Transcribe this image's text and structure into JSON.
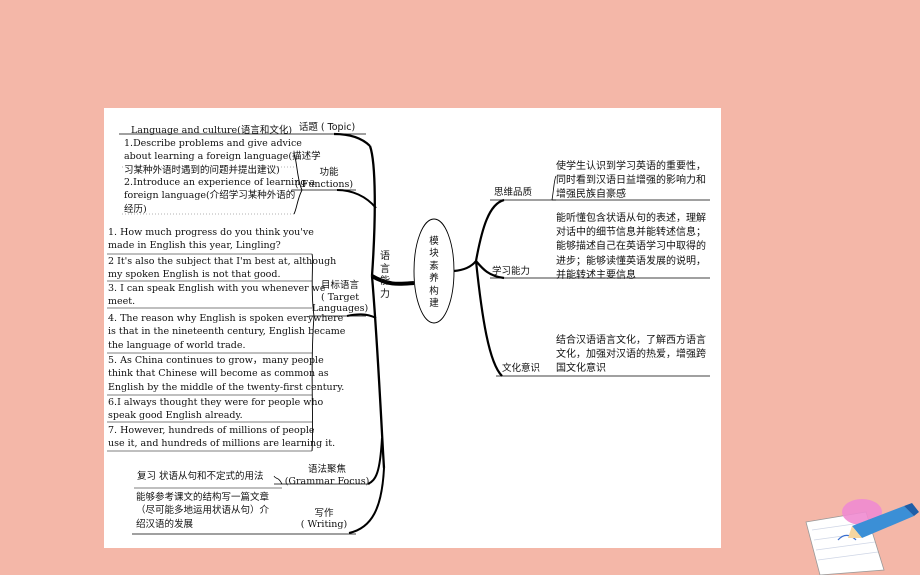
{
  "center": "模块素养构建",
  "language_ability": "语言能力",
  "left": {
    "topic": {
      "label": "话题 ( Topic)",
      "content": "Language and culture(语言和文化)"
    },
    "functions": {
      "label_zh": "功能",
      "label_en": "( Functions)",
      "items": [
        [
          "1.Describe problems and give advice",
          "about learning a foreign language(描述学",
          "习某种外语时遇到的问题并提出建议)"
        ],
        [
          "2.Introduce an experience of learning a",
          "foreign language(介绍学习某种外语的",
          "经历)"
        ]
      ]
    },
    "target_languages": {
      "label_zh": "目标语言",
      "label_en1": "( Target",
      "label_en2": "Languages)",
      "items": [
        [
          "1. How much progress do you think you've",
          "made in English this year, Lingling?"
        ],
        [
          "2 It's also the subject that I'm best at, although",
          "my spoken English is not that good."
        ],
        [
          "3. I can speak English with you whenever we",
          "meet."
        ],
        [
          "4. The reason why English is spoken everywhere",
          "is that in the nineteenth century, English became",
          "the language of world trade."
        ],
        [
          "5. As China continues to grow，many people",
          "think that Chinese will become as common as",
          "English by the middle of the twenty-first century."
        ],
        [
          "6.I always thought they were for people who",
          "speak good English already."
        ],
        [
          "7. However, hundreds of millions of people",
          "use it, and hundreds of millions are learning it."
        ]
      ]
    },
    "grammar": {
      "label_zh": "语法聚焦",
      "label_en": "(Grammar Focus)",
      "content": "复习 状语从句和不定式的用法"
    },
    "writing": {
      "label_zh": "写作",
      "label_en": "( Writing)",
      "content": [
        "能够参考课文的结构写一篇文章",
        "（尽可能多地运用状语从句）介",
        "绍汉语的发展"
      ]
    }
  },
  "right": [
    {
      "label": "思维品质",
      "content": "使学生认识到学习英语的重要性，同时看到汉语日益增强的影响力和增强民族自豪感"
    },
    {
      "label": "学习能力",
      "content": "能听懂包含状语从句的表述，理解对话中的细节信息并能转述信息；能够描述自己在英语学习中取得的进步；能够读懂英语发展的说明，并能转述主要信息"
    },
    {
      "label": "文化意识",
      "content": "结合汉语语言文化，了解西方语言文化，加强对汉语的热爱，增强跨国文化意识"
    }
  ],
  "colors": {
    "background": "#f4b7a8",
    "card": "#ffffff",
    "line": "#000000",
    "blob": "#f08bd0"
  }
}
